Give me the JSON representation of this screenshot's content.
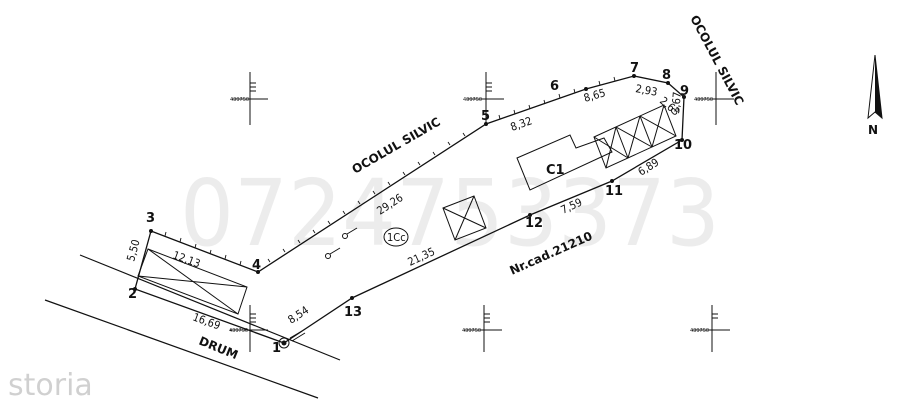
{
  "points": [
    {
      "id": "1",
      "label": "1"
    },
    {
      "id": "2",
      "label": "2"
    },
    {
      "id": "3",
      "label": "3"
    },
    {
      "id": "4",
      "label": "4"
    },
    {
      "id": "5",
      "label": "5"
    },
    {
      "id": "6",
      "label": "6"
    },
    {
      "id": "7",
      "label": "7"
    },
    {
      "id": "8",
      "label": "8"
    },
    {
      "id": "9",
      "label": "9"
    },
    {
      "id": "10",
      "label": "10"
    },
    {
      "id": "11",
      "label": "11"
    },
    {
      "id": "12",
      "label": "12"
    },
    {
      "id": "13",
      "label": "13"
    }
  ],
  "segments": {
    "s1_2": "16,69",
    "s2_3": "5,50",
    "s3_4": "12,13",
    "s4_5": "29,26",
    "s5_6": "8,32",
    "s6_7": "8,65",
    "s7_8": "2,93",
    "s8_9": "2,63",
    "s9_10": "3,67",
    "s10_11": "6,89",
    "s11_12": "7,59",
    "s12_13": "21,35",
    "s13_1": "8,54"
  },
  "labels": {
    "forest_top": "OCOLUL SILVIC",
    "forest_right": "OCOLUL SILVIC",
    "road": "DRUM",
    "cadastre": "Nr.cad.21210",
    "building": "C1",
    "parcel_use": "1Cc",
    "north": "N",
    "grid_coord": "439750"
  },
  "watermark": {
    "phone": "0724753373",
    "brand": "storia"
  }
}
